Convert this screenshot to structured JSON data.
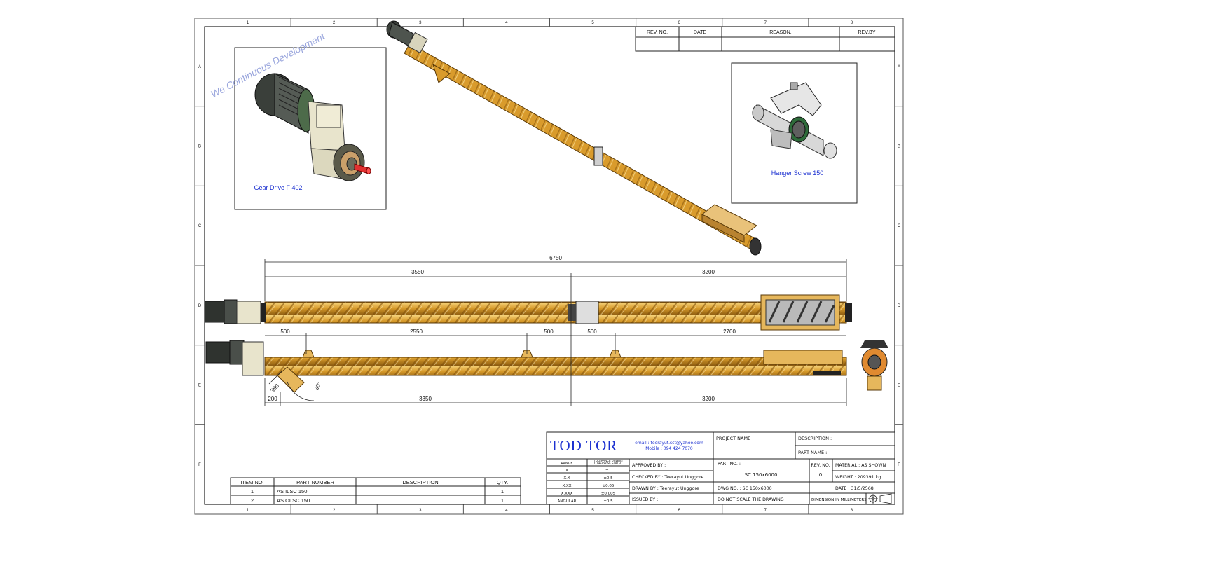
{
  "sheet": {
    "border_columns": [
      "1",
      "2",
      "3",
      "4",
      "5",
      "6",
      "7",
      "8"
    ],
    "border_rows": [
      "A",
      "B",
      "C",
      "D",
      "E",
      "F"
    ]
  },
  "revision_table": {
    "headers": [
      "REV. NO.",
      "DATE",
      "REASON.",
      "REV.BY"
    ]
  },
  "watermark": "We Continuous Development",
  "views": {
    "gear_drive_label": "Gear Drive F 402",
    "hanger_label": "Hanger Screw 150"
  },
  "dimensions": {
    "overall": "6750",
    "top_left": "3550",
    "top_right": "3200",
    "mid": [
      "500",
      "2550",
      "500",
      "500",
      "2700"
    ],
    "bottom_a": "200",
    "bottom_b": "3350",
    "bottom_c": "3200",
    "inlet_len": "350",
    "inlet_angle": "50°"
  },
  "parts_table": {
    "headers": [
      "ITEM NO.",
      "PART NUMBER",
      "DESCRIPTION",
      "QTY."
    ],
    "rows": [
      {
        "item": "1",
        "part": "AS ILSC 150",
        "desc": "",
        "qty": "1"
      },
      {
        "item": "2",
        "part": "AS OLSC 150",
        "desc": "",
        "qty": "1"
      }
    ]
  },
  "title_block": {
    "logo": "TOD TOR",
    "email": "email : teerayut.sct@yahoo.com",
    "mobile": "Mobile : 094 424 7070",
    "tol_headers": [
      "RANGE",
      "TOLERANCE UNLESS OTHERWISE STATED"
    ],
    "tol_rows": [
      [
        "X",
        "±1"
      ],
      [
        "X.X",
        "±0.5"
      ],
      [
        "X.XX",
        "±0.05"
      ],
      [
        "X.XXX",
        "±0.005"
      ],
      [
        "ANGULAR",
        "±0.5"
      ]
    ],
    "approved_by": "APPROVED BY :",
    "checked_by": "CHECKED BY : Teerayut Unggore",
    "drawn_by": "DRAWN BY : Teerayut Unggore",
    "issued_by": "ISSUED BY :",
    "project_name": "PROJECT NAME :",
    "description": "DESCRIPTION :",
    "part_name": "PART NAME :",
    "part_no_label": "PART NO. :",
    "part_no": "SC 150x6000",
    "rev_no_label": "REV. NO.",
    "rev_no": "0",
    "material": "MATERIAL : AS SHOWN",
    "weight": "WEIGHT : 209391 kg",
    "dwg_no": "DWG NO. : SC 150x6000",
    "date": "DATE : 31/5/2568",
    "no_scale": "DO NOT SCALE THE DRAWING",
    "dim_units": "DIMENSION IN MILLIMETERS"
  }
}
